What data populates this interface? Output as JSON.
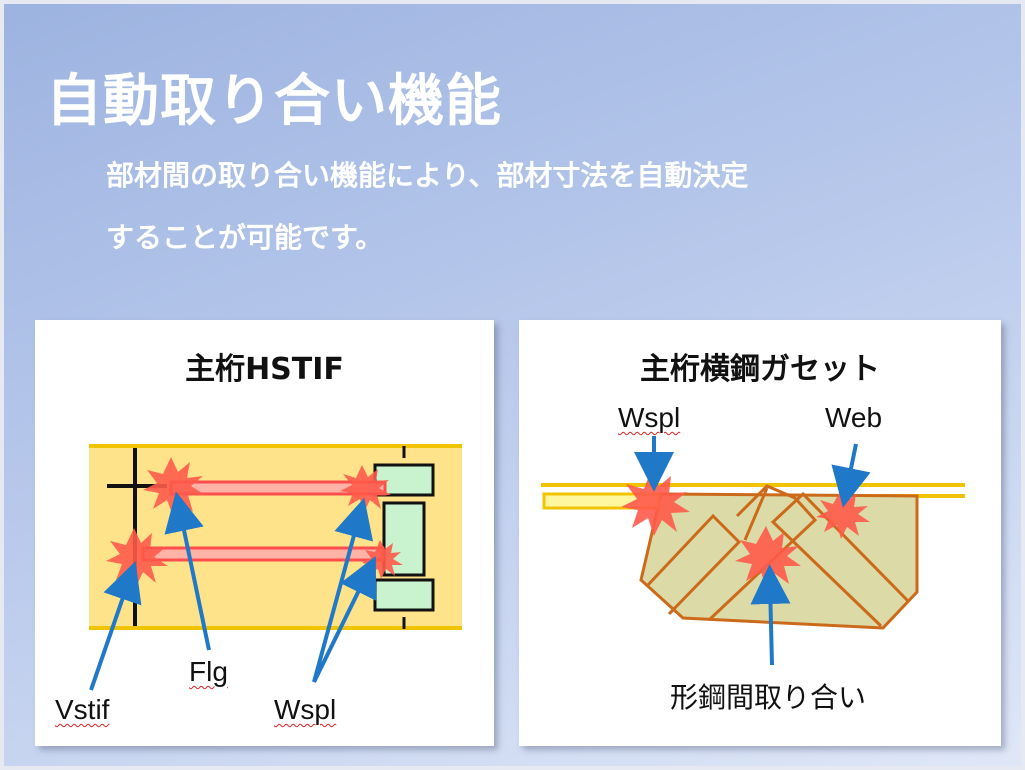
{
  "slide": {
    "title": "自動取り合い機能",
    "subtitle_line1": "部材間の取り合い機能により、部材寸法を自動決定",
    "subtitle_line2": "することが可能です。"
  },
  "left_panel": {
    "title": "主桁HSTIF",
    "labels": {
      "flg": "Flg",
      "vstif": "Vstif",
      "wspl": "Wspl"
    }
  },
  "right_panel": {
    "title": "主桁横鋼ガセット",
    "labels": {
      "wspl": "Wspl",
      "web": "Web",
      "connection": "形鋼間取り合い"
    }
  },
  "colors": {
    "band": "#ffe38a",
    "band_edge": "#f0c400",
    "plate_red": "#ff4d4d",
    "splice_green": "#c9f2cf",
    "gusset_fill": "#dcdaa6",
    "gusset_edge": "#cc6a1c",
    "arrow_blue": "#1f78c8",
    "burst": "#ff5a4a"
  }
}
